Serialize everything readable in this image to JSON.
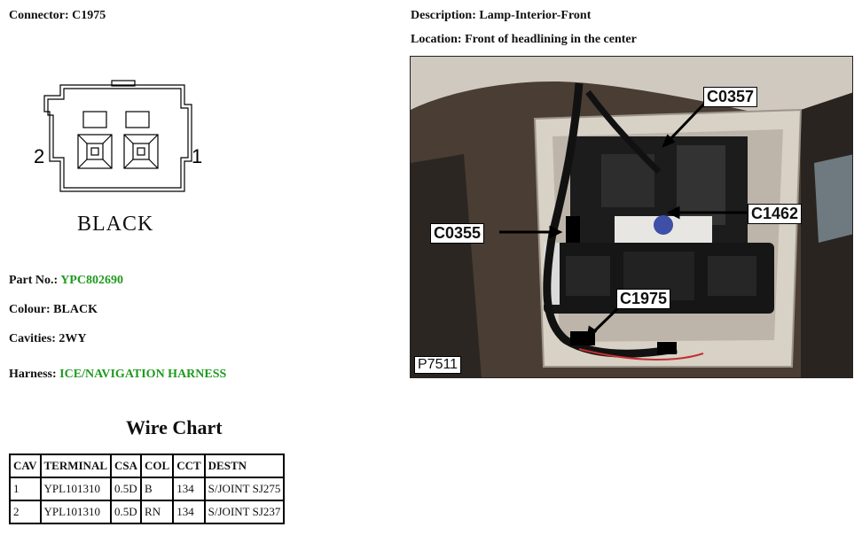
{
  "connector": {
    "label": "Connector:",
    "value": "C1975"
  },
  "description": {
    "label": "Description:",
    "value": "Lamp-Interior-Front"
  },
  "location": {
    "label": "Location:",
    "value": "Front of headlining in the center"
  },
  "diagram": {
    "pin_left": "2",
    "pin_right": "1",
    "colour_label": "BLACK"
  },
  "details": {
    "part_no": {
      "label": "Part No.:",
      "value": "YPC802690"
    },
    "colour": {
      "label": "Colour:",
      "value": "BLACK"
    },
    "cavities": {
      "label": "Cavities:",
      "value": "2WY"
    },
    "harness": {
      "label": "Harness:",
      "value": "ICE/NAVIGATION HARNESS"
    }
  },
  "photo": {
    "callouts": [
      "C0357",
      "C1462",
      "C0355",
      "C1975"
    ],
    "ref": "P7511"
  },
  "wire_chart": {
    "title": "Wire Chart",
    "headers": [
      "CAV",
      "TERMINAL",
      "CSA",
      "COL",
      "CCT",
      "DESTN"
    ],
    "rows": [
      [
        "1",
        "YPL101310",
        "0.5D",
        "B",
        "134",
        "S/JOINT SJ275"
      ],
      [
        "2",
        "YPL101310",
        "0.5D",
        "RN",
        "134",
        "S/JOINT SJ237"
      ]
    ]
  },
  "colors": {
    "accent_green": "#1f9a1f"
  }
}
